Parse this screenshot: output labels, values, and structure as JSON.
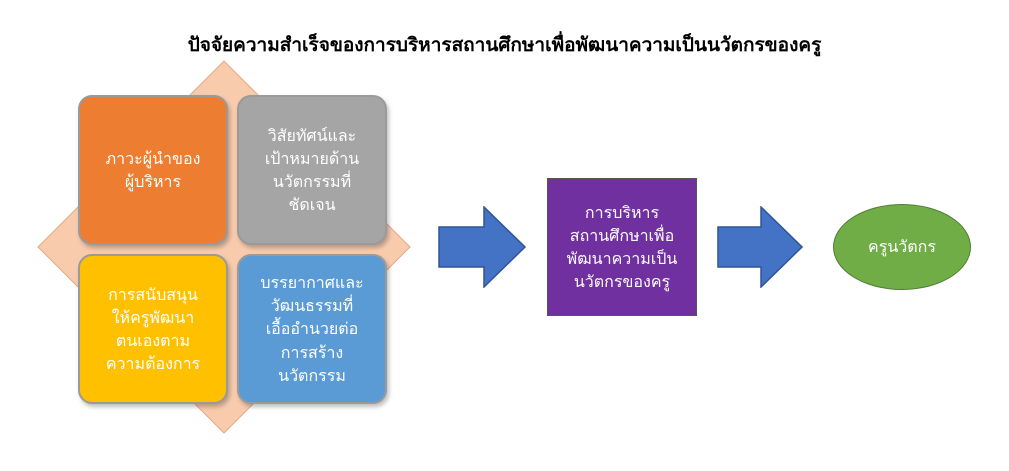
{
  "title": "ปัจจัยความสำเร็จของการบริหารสถานศึกษาเพื่อพัฒนาความเป็นนวัตกรของครู",
  "factors": [
    {
      "label": "ภาวะผู้นำของ\nผู้บริหาร",
      "color": "#ed7d31"
    },
    {
      "label": "วิสัยทัศน์และ\nเป้าหมายด้าน\nนวัตกรรมที่\nชัดเจน",
      "color": "#a5a5a5"
    },
    {
      "label": "การสนับสนุน\nให้ครูพัฒนา\nตนเองตาม\nความต้องการ",
      "color": "#ffc000"
    },
    {
      "label": "บรรยากาศและ\nวัฒนธรรมที่\nเอื้ออำนวยต่อ\nการสร้าง\nนวัตกรรม",
      "color": "#5b9bd5"
    }
  ],
  "background_diamond_color": "#f8cbad",
  "arrow_color": "#4472c4",
  "process": {
    "label": "การบริหาร\nสถานศึกษาเพื่อ\nพัฒนาความเป็น\nนวัตกรของครู",
    "color": "#7030a0"
  },
  "result": {
    "label": "ครูนวัตกร",
    "color": "#70ad47"
  }
}
